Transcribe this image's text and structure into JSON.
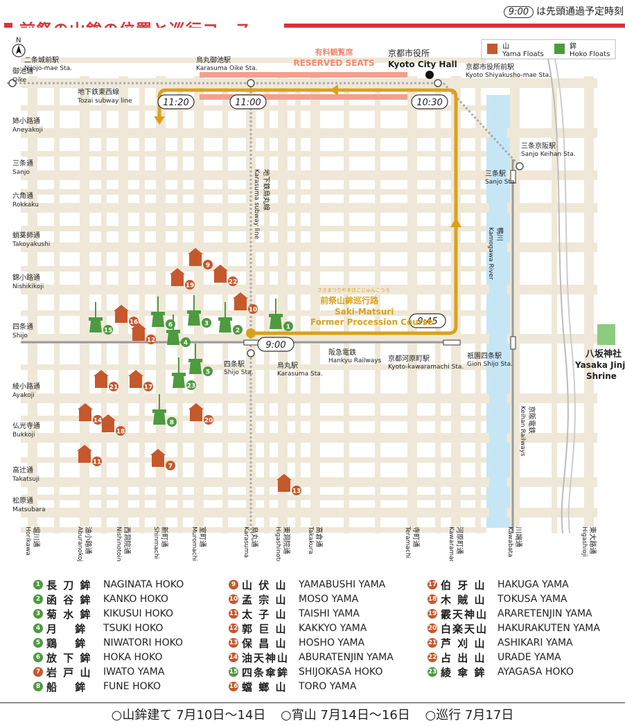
{
  "header": {
    "title": "前祭の山鉾の位置と巡行コース",
    "time_pill": "9:00",
    "time_note": "は先頭通過予定時刻"
  },
  "map": {
    "north": "N",
    "reserved_seats_jp": "有料観覧席",
    "reserved_seats_en": "RESERVED SEATS",
    "city_hall_jp": "京都市役所",
    "city_hall_en": "Kyoto City Hall",
    "subway_tozai_jp": "地下鉄東西線",
    "subway_tozai_en": "Tozai subway line",
    "subway_karasuma_jp": "地下鉄烏丸線",
    "subway_karasuma_en": "Karasuma subway line",
    "hankyu_jp": "阪急電鉄",
    "hankyu_en": "Hankyu Railways",
    "keihan_jp": "京阪電鉄",
    "keihan_en": "Keihan Railways",
    "river_jp": "鴨川",
    "river_en": "Kamogawa River",
    "shrine_jp": "八坂神社",
    "shrine_en1": "Yasaka Jinja",
    "shrine_en2": "Shrine",
    "course_ruby": "さきまつりやまほこじゅんこうろ",
    "course_jp": "前祭山鉾巡行路",
    "course_en1": "Saki-Matsuri",
    "course_en2": "Former Procession Course",
    "times": [
      "9:00",
      "9:45",
      "10:30",
      "11:00",
      "11:20"
    ],
    "map_legend": {
      "yama_jp": "山",
      "yama_en": "Yama Floats",
      "hoko_jp": "鉾",
      "hoko_en": "Hoko Floats"
    },
    "colors": {
      "yama": "#c5582d",
      "hoko": "#4d9a3f",
      "route": "#d9a21b",
      "river": "#c6e6f6",
      "street": "#efe8d8",
      "accent": "#d9333d"
    },
    "stations": [
      {
        "jp": "二条城前駅",
        "en": "Nijojo-mae Sta."
      },
      {
        "jp": "烏丸御池駅",
        "en": "Karasuma Oike Sta."
      },
      {
        "jp": "京都市役所前駅",
        "en": "Kyoto Shiyakusho-mae Sta."
      },
      {
        "jp": "三条京阪駅",
        "en": "Sanjo Keihan Sta."
      },
      {
        "jp": "三条駅",
        "en": "Sanjo Sta."
      },
      {
        "jp": "四条駅",
        "en": "Shijo Sta."
      },
      {
        "jp": "烏丸駅",
        "en": "Karasuma Sta."
      },
      {
        "jp": "京都河原町駅",
        "en": "Kyoto-kawaramachi Sta."
      },
      {
        "jp": "祇園四条駅",
        "en": "Gion Shijo Sta."
      }
    ],
    "ew_streets": [
      {
        "jp": "御池通",
        "en": "Oike"
      },
      {
        "jp": "姉小路通",
        "en": "Aneyakoji"
      },
      {
        "jp": "三条通",
        "en": "Sanjo"
      },
      {
        "jp": "六角通",
        "en": "Rokkaku"
      },
      {
        "jp": "蛸薬師通",
        "en": "Takoyakushi"
      },
      {
        "jp": "錦小路通",
        "en": "Nishikikoji"
      },
      {
        "jp": "四条通",
        "en": "Shijo"
      },
      {
        "jp": "綾小路通",
        "en": "Ayakoji"
      },
      {
        "jp": "仏光寺通",
        "en": "Bukkoji"
      },
      {
        "jp": "高辻通",
        "en": "Takatsuji"
      },
      {
        "jp": "松原通",
        "en": "Matsubara"
      }
    ],
    "ns_streets": [
      {
        "jp": "堀川通",
        "en": "Horikawa"
      },
      {
        "jp": "油小路通",
        "en": "Aburanokoji"
      },
      {
        "jp": "西洞院通",
        "en": "Nishinotoin"
      },
      {
        "jp": "新町通",
        "en": "Shinmachi"
      },
      {
        "jp": "室町通",
        "en": "Muromachi"
      },
      {
        "jp": "烏丸通",
        "en": "Karasuma"
      },
      {
        "jp": "東洞院通",
        "en": "Higashinotoin"
      },
      {
        "jp": "高倉通",
        "en": "Takakura"
      },
      {
        "jp": "寺町通",
        "en": "Teramachi"
      },
      {
        "jp": "河原町通",
        "en": "Kawaramachi"
      },
      {
        "jp": "川端通",
        "en": "Kawabata"
      },
      {
        "jp": "東大路通",
        "en": "Higashioji"
      }
    ]
  },
  "floats": [
    {
      "num": "1",
      "type": "hoko",
      "jp": "長 刀 鉾",
      "en": "NAGINATA HOKO"
    },
    {
      "num": "2",
      "type": "hoko",
      "jp": "函 谷 鉾",
      "en": "KANKO HOKO"
    },
    {
      "num": "3",
      "type": "hoko",
      "jp": "菊 水 鉾",
      "en": "KIKUSUI HOKO"
    },
    {
      "num": "4",
      "type": "hoko",
      "jp": "月　 鉾",
      "en": "TSUKI HOKO"
    },
    {
      "num": "5",
      "type": "hoko",
      "jp": "鶏　 鉾",
      "en": "NIWATORI HOKO"
    },
    {
      "num": "6",
      "type": "hoko",
      "jp": "放 下 鉾",
      "en": "HOKA HOKO"
    },
    {
      "num": "7",
      "type": "yama",
      "jp": "岩 戸 山",
      "en": "IWATO YAMA"
    },
    {
      "num": "8",
      "type": "hoko",
      "jp": "船　 鉾",
      "en": "FUNE HOKO"
    },
    {
      "num": "9",
      "type": "yama",
      "jp": "山 伏 山",
      "en": "YAMABUSHI YAMA"
    },
    {
      "num": "10",
      "type": "yama",
      "jp": "孟 宗 山",
      "en": "MOSO YAMA"
    },
    {
      "num": "11",
      "type": "yama",
      "jp": "太 子 山",
      "en": "TAISHI YAMA"
    },
    {
      "num": "12",
      "type": "yama",
      "jp": "郭 巨 山",
      "en": "KAKKYO YAMA"
    },
    {
      "num": "13",
      "type": "yama",
      "jp": "保 昌 山",
      "en": "HOSHO YAMA"
    },
    {
      "num": "14",
      "type": "yama",
      "jp": "油天神山",
      "en": "ABURATENJIN YAMA"
    },
    {
      "num": "15",
      "type": "hoko",
      "jp": "四条傘鉾",
      "en": "SHIJOKASA HOKO"
    },
    {
      "num": "16",
      "type": "yama",
      "jp": "蟷 螂 山",
      "en": "TORO YAMA"
    },
    {
      "num": "17",
      "type": "yama",
      "jp": "伯 牙 山",
      "en": "HAKUGA YAMA"
    },
    {
      "num": "18",
      "type": "yama",
      "jp": "木 賊 山",
      "en": "TOKUSA YAMA"
    },
    {
      "num": "19",
      "type": "yama",
      "jp": "霰天神山",
      "en": "ARARETENJIN YAMA"
    },
    {
      "num": "20",
      "type": "yama",
      "jp": "白楽天山",
      "en": "HAKURAKUTEN YAMA"
    },
    {
      "num": "21",
      "type": "yama",
      "jp": "芦 刈 山",
      "en": "ASHIKARI YAMA"
    },
    {
      "num": "22",
      "type": "yama",
      "jp": "占 出 山",
      "en": "URADE YAMA"
    },
    {
      "num": "23",
      "type": "hoko",
      "jp": "綾 傘 鉾",
      "en": "AYAGASA HOKO"
    }
  ],
  "schedule": [
    "○山鉾建て 7月10日～14日",
    "○宵山 7月14日～16日",
    "○巡行 7月17日"
  ]
}
